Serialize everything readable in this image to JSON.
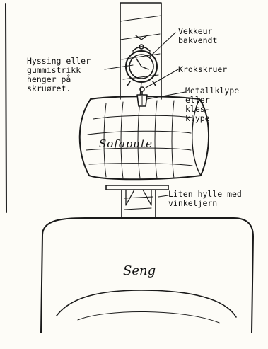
{
  "labels": {
    "alarm_clock": "Vekkeur\nbakvendt",
    "string": "Hyssing eller\ngummistrikk\nhenger på\nskruøret.",
    "hook_screw": "Krokskruer",
    "clip": "Metallklype\neller\nkles-\nklype",
    "shelf": "Liten hylle med\nvinkeljern",
    "pillow": "Sofapute",
    "bed": "Seng"
  }
}
